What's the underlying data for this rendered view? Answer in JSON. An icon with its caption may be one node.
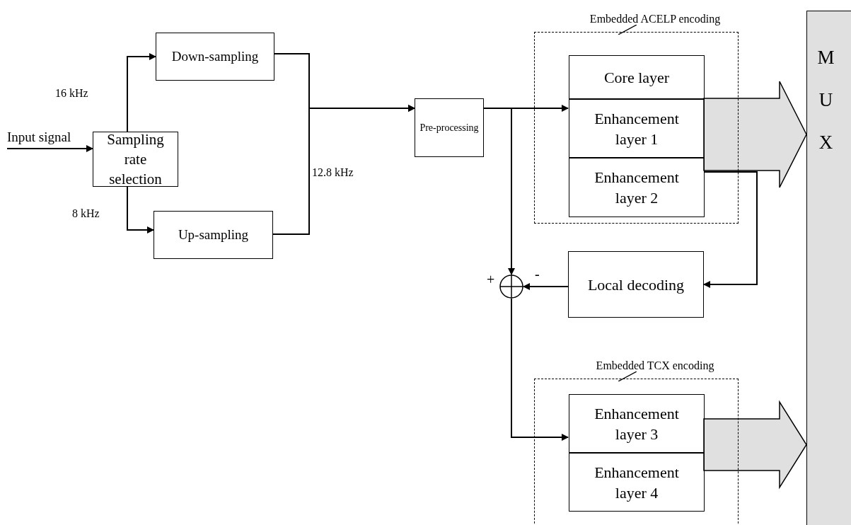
{
  "diagram": {
    "nodes": [
      {
        "text": [
          "Sampling rate selection"
        ]
      },
      {
        "text": [
          "Down-sampling"
        ]
      },
      {
        "text": [
          "Up-sampling"
        ]
      },
      {
        "text": [
          "Pre-processing"
        ]
      },
      {
        "text": [
          "Embedded ACELP encoding"
        ]
      },
      {
        "text": [
          "Core layer"
        ],
        "in": 4
      },
      {
        "text": [
          "Enhancement layer 1"
        ],
        "in": 4
      },
      {
        "text": [
          "Enhancement layer 2"
        ],
        "in": 4
      },
      {
        "text": [
          "Local decoding"
        ]
      },
      {
        "text": [],
        "shape": "circle"
      },
      {
        "text": [
          "Embedded TCX encoding"
        ]
      },
      {
        "text": [
          "Enhancement layer 3"
        ],
        "in": 10
      },
      {
        "text": [
          "Enhancement layer 4"
        ],
        "in": 10
      },
      {
        "text": [
          "MUX"
        ]
      }
    ],
    "edges": [
      {
        "from": null,
        "to": 0,
        "arrow": "to",
        "label": "Input signal"
      },
      {
        "from": 0,
        "to": 1,
        "arrow": "to",
        "label": "16 kHz"
      },
      {
        "from": 0,
        "to": 2,
        "arrow": "to",
        "label": "8 kHz"
      },
      {
        "from": 1,
        "to": 3,
        "arrow": "to"
      },
      {
        "from": 2,
        "to": 3,
        "arrow": "to",
        "label": "12.8 kHz"
      },
      {
        "from": 3,
        "to": 6,
        "arrow": "to"
      },
      {
        "from": 3,
        "to": 9,
        "arrow": "to"
      },
      {
        "from": 7,
        "to": 8,
        "arrow": "to"
      },
      {
        "from": 8,
        "to": 9,
        "arrow": "to"
      },
      {
        "from": 9,
        "to": 11,
        "arrow": "to"
      },
      {
        "from": 6,
        "to": 13,
        "arrow": "to",
        "style": "thick"
      },
      {
        "from": 11,
        "to": 13,
        "arrow": "to",
        "style": "thick"
      }
    ],
    "labels": [
      "+",
      "-"
    ]
  }
}
